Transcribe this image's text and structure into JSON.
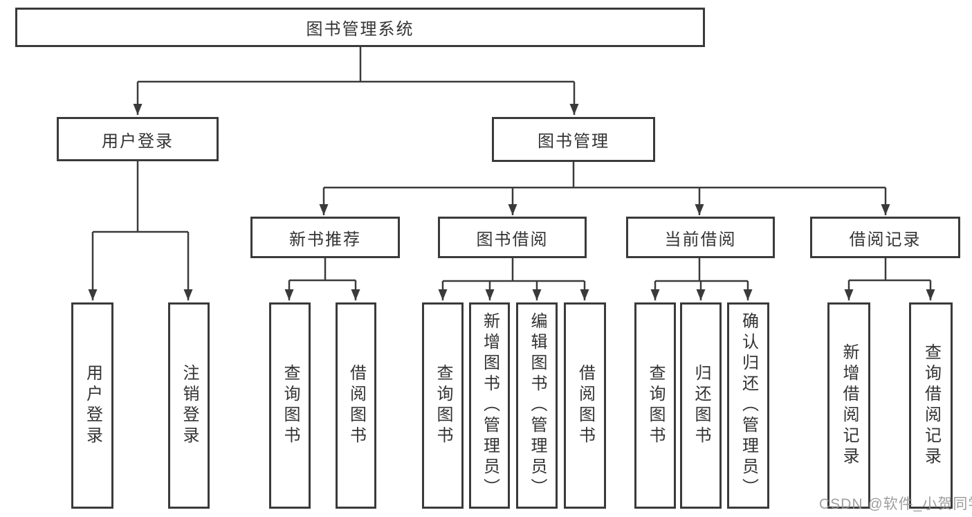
{
  "diagram": {
    "title_node": {
      "label": "图书管理系统"
    },
    "level2": [
      {
        "id": "user-login",
        "label": "用户登录"
      },
      {
        "id": "book-management",
        "label": "图书管理"
      }
    ],
    "level3": [
      {
        "id": "new-book-recommend",
        "label": "新书推荐"
      },
      {
        "id": "book-borrowing",
        "label": "图书借阅"
      },
      {
        "id": "current-borrowing",
        "label": "当前借阅"
      },
      {
        "id": "borrowing-records",
        "label": "借阅记录"
      }
    ],
    "leaves": [
      {
        "id": "user-login-action",
        "parent": "user-login",
        "label": "用户登录"
      },
      {
        "id": "logout-action",
        "parent": "user-login",
        "label": "注销登录"
      },
      {
        "id": "query-books-recommend",
        "parent": "new-book-recommend",
        "label": "查询图书"
      },
      {
        "id": "borrow-books-recommend",
        "parent": "new-book-recommend",
        "label": "借阅图书"
      },
      {
        "id": "query-books-borrowing",
        "parent": "book-borrowing",
        "label": "查询图书"
      },
      {
        "id": "add-books-admin",
        "parent": "book-borrowing",
        "label": "新增图书（管理员）"
      },
      {
        "id": "edit-books-admin",
        "parent": "book-borrowing",
        "label": "编辑图书（管理员）"
      },
      {
        "id": "borrow-books-borrowing",
        "parent": "book-borrowing",
        "label": "借阅图书"
      },
      {
        "id": "query-books-current",
        "parent": "current-borrowing",
        "label": "查询图书"
      },
      {
        "id": "return-books",
        "parent": "current-borrowing",
        "label": "归还图书"
      },
      {
        "id": "confirm-return-admin",
        "parent": "current-borrowing",
        "label": "确认归还（管理员）"
      },
      {
        "id": "add-borrow-record",
        "parent": "borrowing-records",
        "label": "新增借阅记录"
      },
      {
        "id": "query-borrow-record",
        "parent": "borrowing-records",
        "label": "查询借阅记录"
      }
    ]
  },
  "colors": {
    "line": "#3a3a3a",
    "box_border": "#3a3a3a",
    "box_fill": "#ffffff",
    "text": "#333333",
    "watermark": "#949494"
  },
  "watermark": {
    "text": "CSDN @软件_小贺同学"
  }
}
